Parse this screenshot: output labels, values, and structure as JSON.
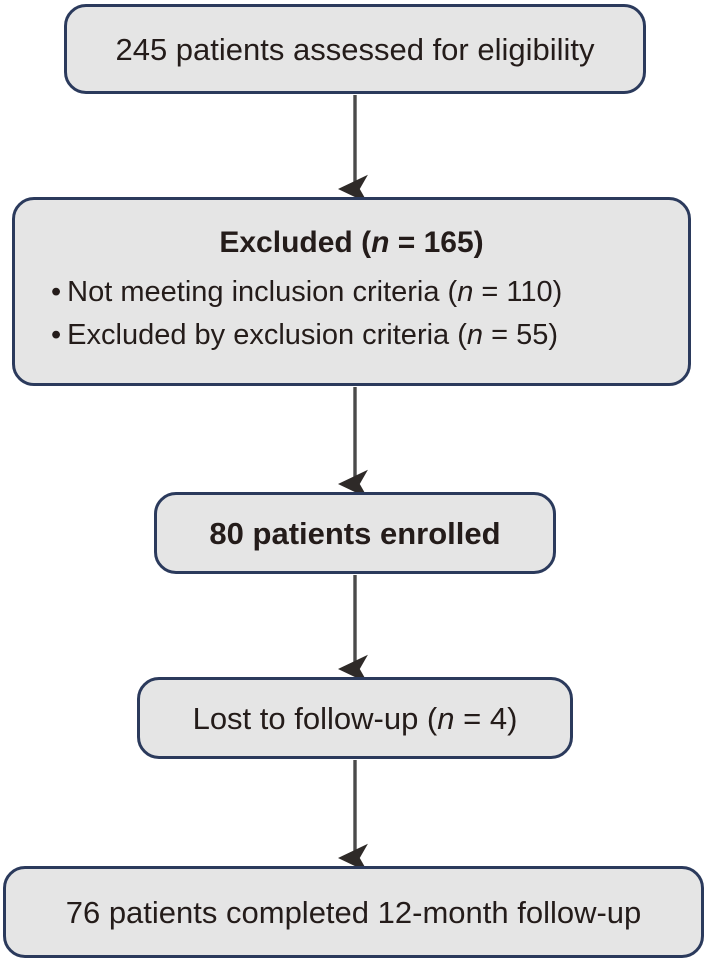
{
  "diagram": {
    "type": "flowchart",
    "orientation": "vertical",
    "colors": {
      "node_fill": "#e5e5e5",
      "node_border": "#2b3a5c",
      "text": "#241c1a",
      "arrow": "#3a3a3a",
      "background": "#ffffff"
    },
    "nodes": [
      {
        "id": "assessed",
        "text": "245 patients assessed for eligibility",
        "count": 245,
        "bold": false
      },
      {
        "id": "excluded",
        "title_prefix": "Excluded (",
        "title_n": "n",
        "title_suffix": " = 165)",
        "count": 165,
        "bold": true,
        "items": [
          {
            "bullet": "•",
            "prefix": "Not meeting inclusion criteria (",
            "n": "n",
            "suffix": " = 110)",
            "count": 110
          },
          {
            "bullet": "•",
            "prefix": "Excluded by exclusion criteria (",
            "n": "n",
            "suffix": " = 55)",
            "count": 55
          }
        ]
      },
      {
        "id": "enrolled",
        "text": "80 patients enrolled",
        "count": 80,
        "bold": true
      },
      {
        "id": "lost",
        "prefix": "Lost to follow-up (",
        "n": "n",
        "suffix": " = 4)",
        "count": 4,
        "bold": false
      },
      {
        "id": "completed",
        "text": "76 patients completed 12-month follow-up",
        "count": 76,
        "bold": false
      }
    ],
    "edges": [
      {
        "from": "assessed",
        "to": "excluded",
        "label": ""
      },
      {
        "from": "excluded",
        "to": "enrolled",
        "label": ""
      },
      {
        "from": "enrolled",
        "to": "lost",
        "label": ""
      },
      {
        "from": "lost",
        "to": "completed",
        "label": ""
      }
    ]
  }
}
